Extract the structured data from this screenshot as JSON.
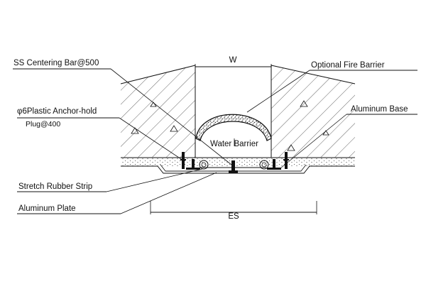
{
  "labels": {
    "ss_centering_bar": "SS Centering Bar@500",
    "optional_fire_barrier": "Optional Fire Barrier",
    "plastic_anchor_line1": "φ6Plastic Anchor-hold",
    "plastic_anchor_line2": "Plug@400",
    "aluminum_base": "Aluminum Base",
    "water_barrier": "Water Barrier",
    "stretch_rubber_strip": "Stretch Rubber Strip",
    "aluminum_plate": "Aluminum Plate"
  },
  "dimensions": {
    "gap_width": "W",
    "expansion_span": "ES"
  },
  "colors": {
    "line": "#111111",
    "background": "#ffffff"
  }
}
